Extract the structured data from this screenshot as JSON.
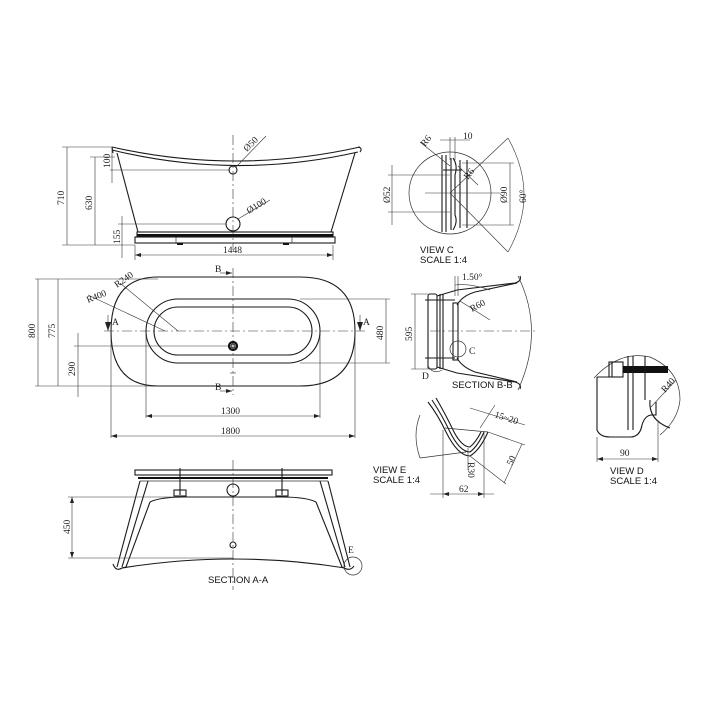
{
  "front_view": {
    "dims": {
      "height_total": "710",
      "height_rim": "630",
      "rim_offset": "100",
      "base_height": "155",
      "base_width": "1448",
      "overflow_dia": "Ø50",
      "waste_dia": "Ø100"
    }
  },
  "top_view": {
    "dims": {
      "outer_width": "800",
      "outer_length": "1800",
      "inner_width_775": "775",
      "inner_length": "1300",
      "inner_width": "480",
      "waste_offset": "290",
      "radius_outer": "R400",
      "radius_inner": "R240"
    },
    "section_markers": {
      "a_left": "A",
      "a_right": "A",
      "b_top": "B",
      "b_bottom": "B"
    }
  },
  "section_aa": {
    "label": "SECTION A-A",
    "dims": {
      "height": "450"
    },
    "detail_marker": "E"
  },
  "view_c": {
    "label": "VIEW C",
    "scale": "SCALE 1:4",
    "dims": {
      "width": "10",
      "r1": "R6",
      "r2": "R6",
      "dia_small": "Ø52",
      "dia_large": "Ø90",
      "angle": "60°"
    }
  },
  "section_bb": {
    "label": "SECTION B-B",
    "dims": {
      "height": "595",
      "angle": "1.50°",
      "radius": "R60"
    },
    "detail_markers": {
      "c": "C",
      "d": "D"
    }
  },
  "view_e": {
    "label": "VIEW E",
    "scale": "SCALE 1:4",
    "dims": {
      "gap": "15~20",
      "height": "50",
      "radius": "R30",
      "width": "62"
    }
  },
  "view_d": {
    "label": "VIEW D",
    "scale": "SCALE 1:4",
    "dims": {
      "radius": "R40",
      "width": "90"
    }
  }
}
